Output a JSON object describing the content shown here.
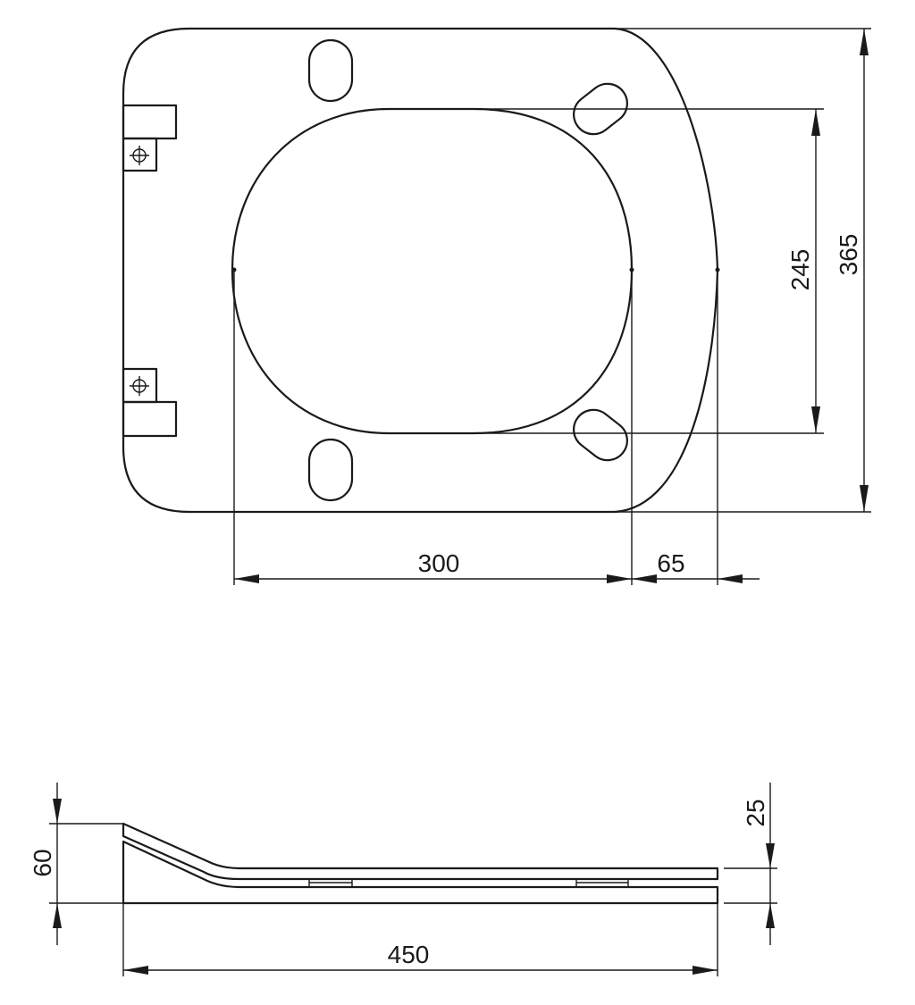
{
  "colors": {
    "line": "#1a1a1a",
    "background": "#ffffff"
  },
  "top_view": {
    "dimensions": {
      "opening_width": "300",
      "hinge_offset": "65",
      "opening_depth": "245",
      "overall_depth": "365"
    }
  },
  "side_view": {
    "dimensions": {
      "overall_length": "450",
      "rear_height": "60",
      "front_height": "25"
    }
  }
}
